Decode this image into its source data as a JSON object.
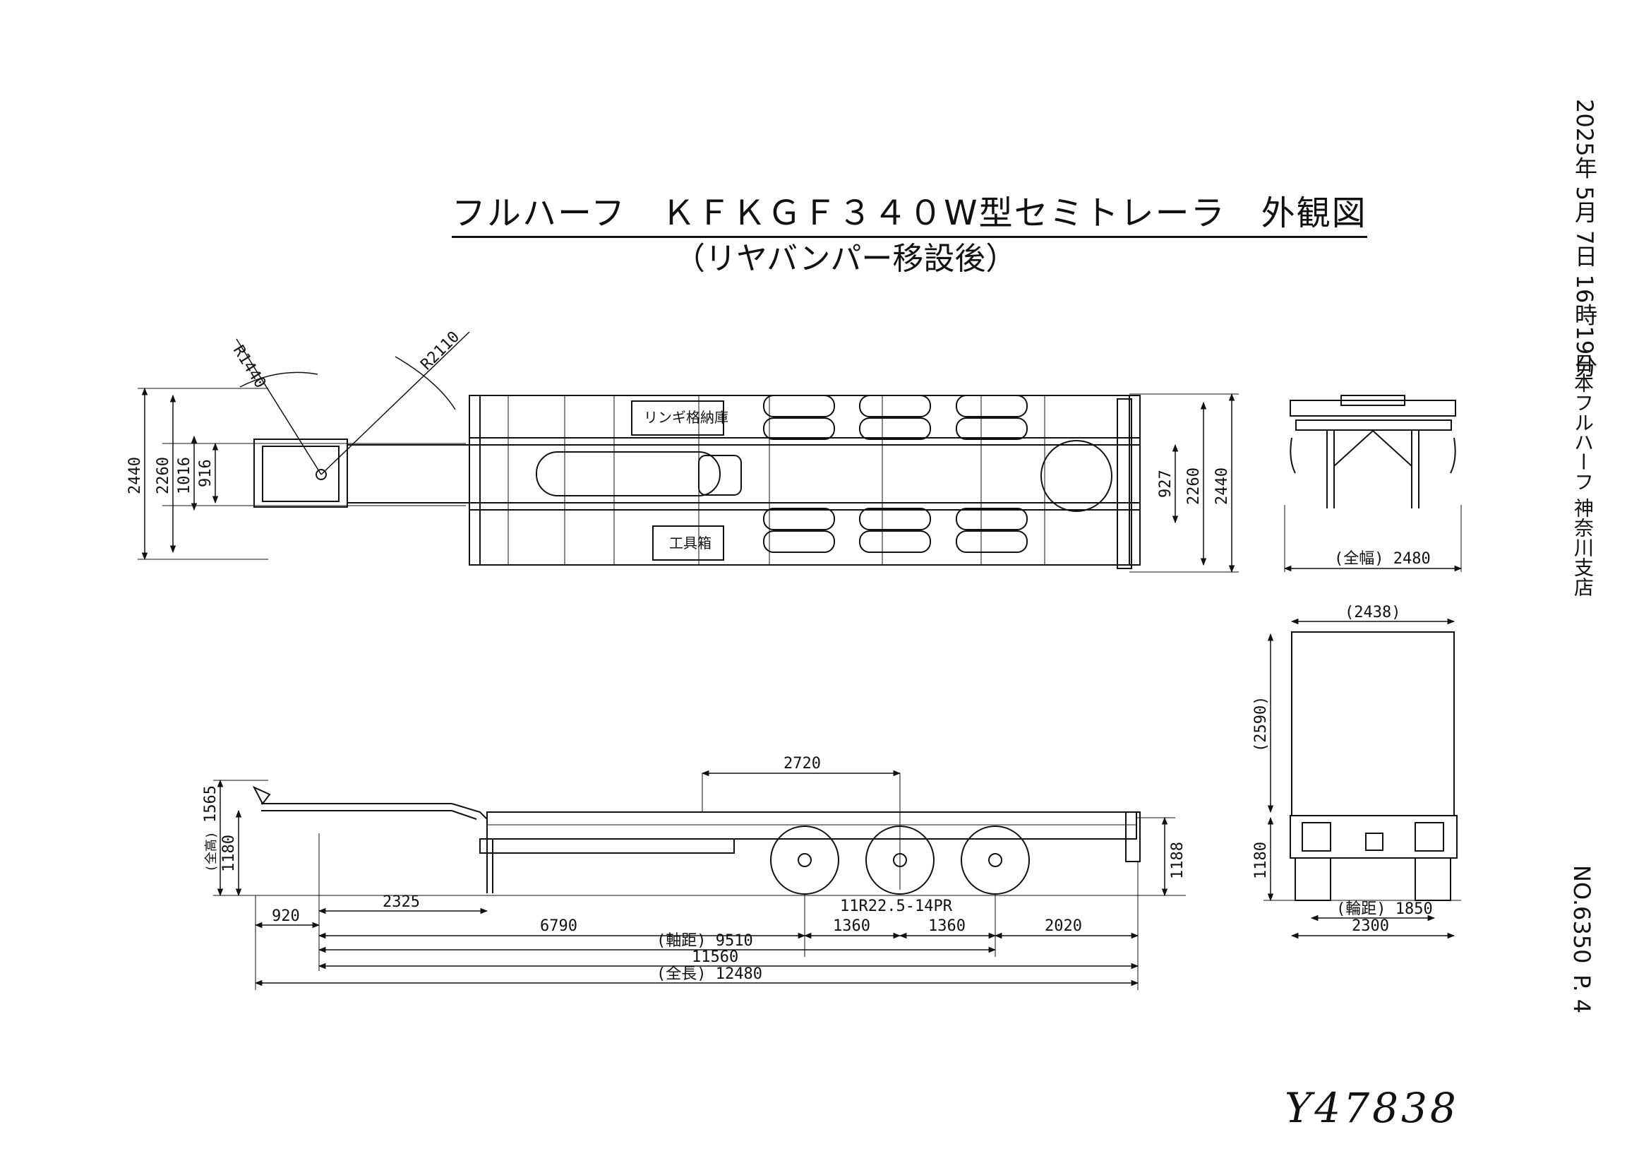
{
  "drawing": {
    "title": "フルハーフ　ＫＦＫＧＦ３４０W型セミトレーラ　外観図",
    "subtitle": "（リヤバンパー移設後）",
    "timestamp": "2025年 5月 7日 16時19分",
    "company": "日本フルハーフ 神奈川支店",
    "doc_number": "NO.6350",
    "page": "P. 4",
    "handwritten_id": "Y47838"
  },
  "top_view": {
    "label_box_upper": "リンギ格納庫",
    "label_box_lower": "工具箱",
    "radius_front": "R1440",
    "radius_rear": "R2110",
    "dim_left_2440": "2440",
    "dim_left_2260": "2260",
    "dim_left_1016": "1016",
    "dim_left_916": "916",
    "dim_right_927": "927",
    "dim_right_2260": "2260",
    "dim_right_2440": "2440"
  },
  "rear_view": {
    "overall_width": "(全幅) 2480"
  },
  "container_view": {
    "width": "(2438)",
    "height": "(2590)",
    "deck_height": "1180",
    "track": "(輪距) 1850",
    "base_width": "2300"
  },
  "side_view": {
    "dim_2720": "2720",
    "dim_1565": "1565",
    "dim_1180": "1180",
    "overall_height_label": "(全高)",
    "dim_1188": "1188",
    "dim_920": "920",
    "dim_2325": "2325",
    "tire_spec": "11R22.5-14PR",
    "dim_6790": "6790",
    "dim_1360a": "1360",
    "dim_1360b": "1360",
    "dim_2020": "2020",
    "wheelbase": "(軸距) 9510",
    "dim_11560": "11560",
    "overall_length": "(全長) 12480"
  }
}
